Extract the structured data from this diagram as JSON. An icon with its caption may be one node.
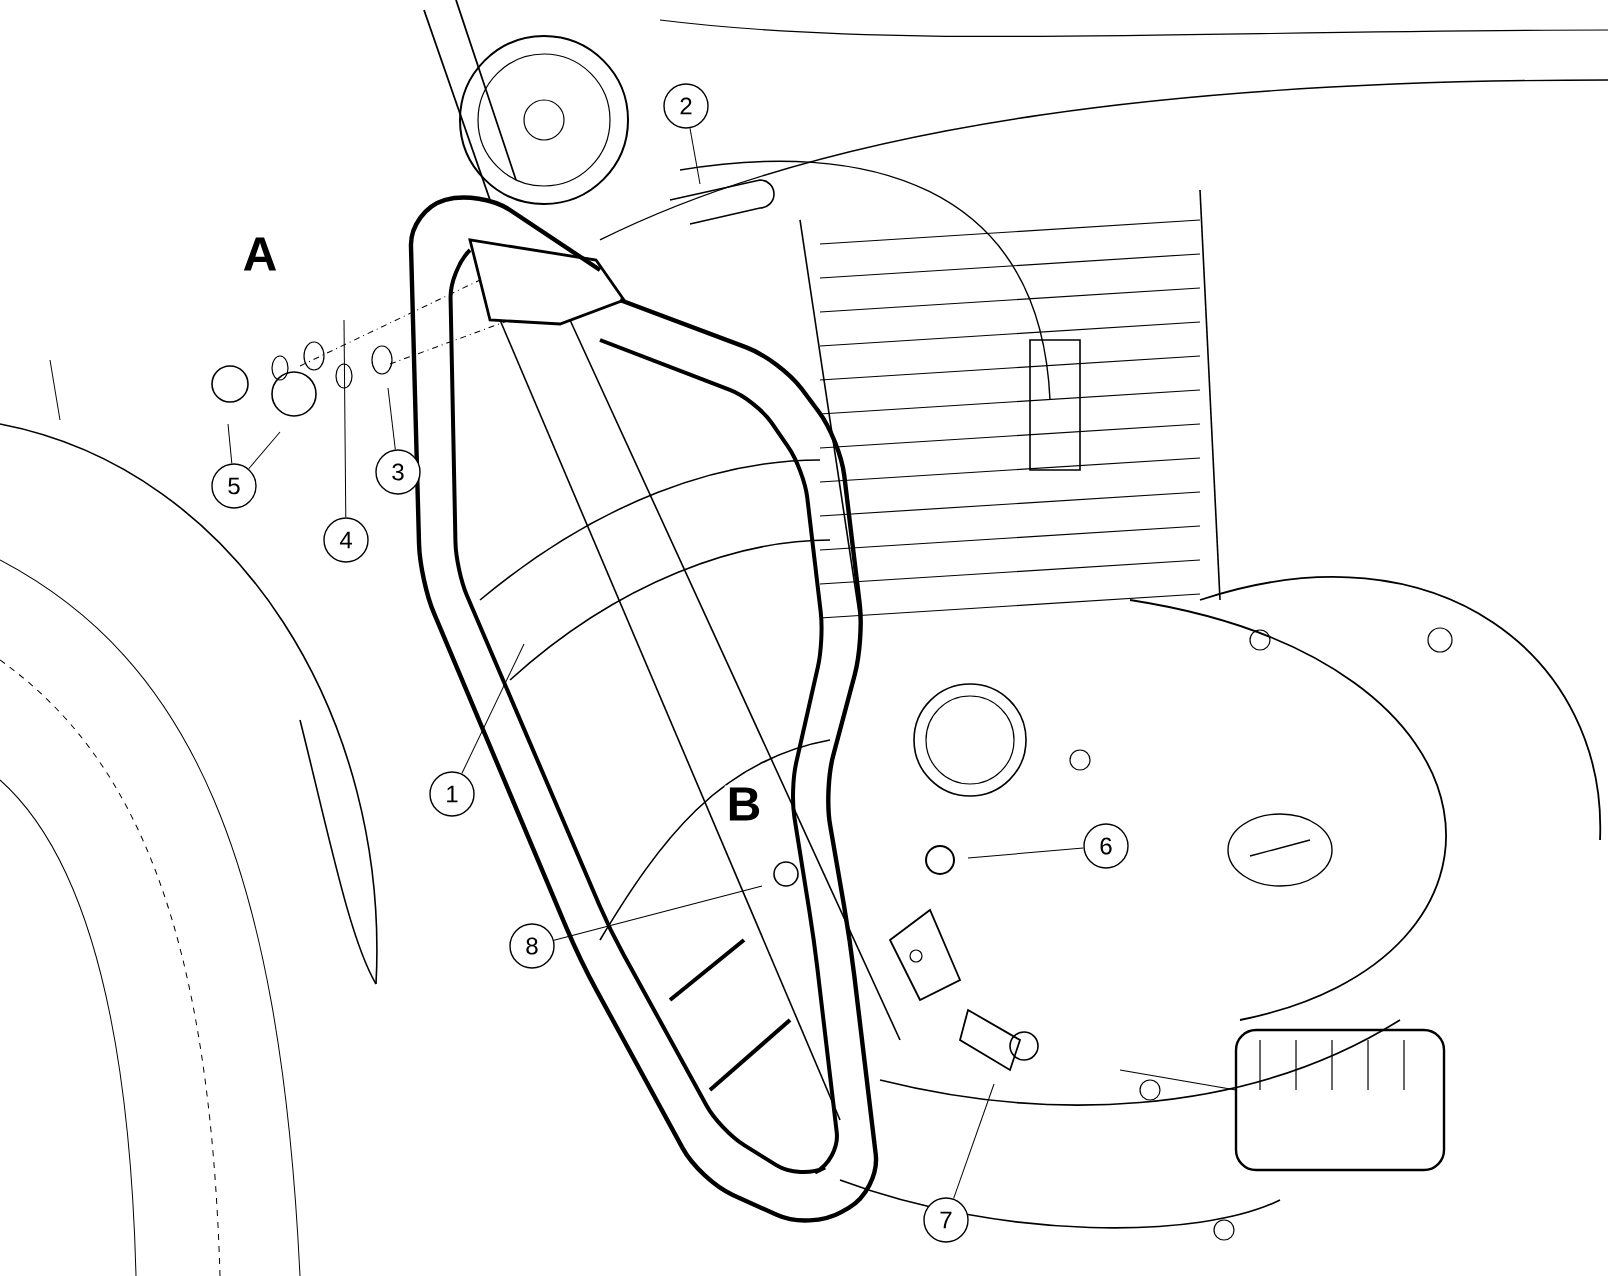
{
  "diagram": {
    "nodes": [
      {
        "text": [
          "1"
        ]
      },
      {
        "text": [
          "2"
        ]
      },
      {
        "text": [
          "3"
        ]
      },
      {
        "text": [
          "4"
        ]
      },
      {
        "text": [
          "5"
        ]
      },
      {
        "text": [
          "6"
        ]
      },
      {
        "text": [
          "7"
        ]
      },
      {
        "text": [
          "8"
        ]
      }
    ],
    "edges": [
      {
        "from": 0,
        "to": null,
        "arrow": "none"
      },
      {
        "from": 1,
        "to": null,
        "arrow": "none"
      },
      {
        "from": 2,
        "to": null,
        "arrow": "none"
      },
      {
        "from": 3,
        "to": null,
        "arrow": "none"
      },
      {
        "from": 4,
        "to": null,
        "arrow": "none"
      },
      {
        "from": 4,
        "to": null,
        "arrow": "none"
      },
      {
        "from": 5,
        "to": null,
        "arrow": "none"
      },
      {
        "from": 6,
        "to": null,
        "arrow": "none"
      },
      {
        "from": 7,
        "to": null,
        "arrow": "none"
      }
    ],
    "labels": [
      "A",
      "B"
    ]
  }
}
